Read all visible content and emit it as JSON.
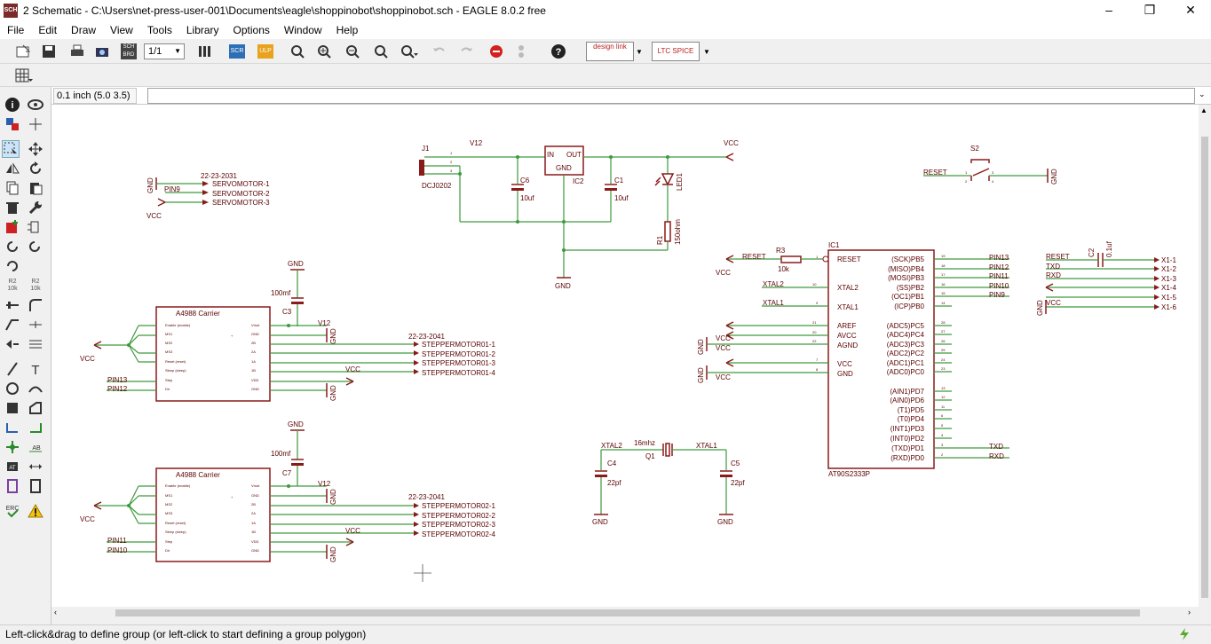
{
  "window": {
    "title": "2 Schematic - C:\\Users\\net-press-user-001\\Documents\\eagle\\shoppinobot\\shoppinobot.sch - EAGLE 8.0.2 free",
    "icon_text": "SCH"
  },
  "menu": [
    "File",
    "Edit",
    "Draw",
    "View",
    "Tools",
    "Library",
    "Options",
    "Window",
    "Help"
  ],
  "toolbar": {
    "sheet_select": "1/1",
    "scr_label": "SCR",
    "ulp_label": "ULP",
    "sch_brd_label": "SCH BRD",
    "design_link_label": "design link",
    "ltspice_label": "LTC SPICE"
  },
  "leftbar": {
    "r2_label": "R2",
    "r2_value": "10k"
  },
  "command": {
    "grid_coord": "0.1 inch (5.0 3.5)",
    "input_value": ""
  },
  "status": {
    "message": "Left-click&drag to define group (or left-click to start defining a group polygon)"
  },
  "colors": {
    "wire": "#3d9a3d",
    "part": "#8b1a1a",
    "text": "#5a0000"
  },
  "schematic": {
    "servo": {
      "part": "22-23-2031",
      "pins": [
        "SERVOMOTOR-1",
        "SERVOMOTOR-2",
        "SERVOMOTOR-3"
      ],
      "gnd": "GND",
      "pin9": "PIN9",
      "vcc": "VCC"
    },
    "power": {
      "j1": "J1",
      "j1_value": "DCJ0202",
      "v12": "V12",
      "vcc": "VCC",
      "c6": "C6",
      "c6_value": "10uf",
      "ic2": "IC2",
      "ic2_in": "IN",
      "ic2_out": "OUT",
      "ic2_gnd": "GND",
      "c1": "C1",
      "c1_value": "10uf",
      "led1": "LED1",
      "r1": "R1",
      "r1_value": "150ohm",
      "gnd": "GND",
      "pin1": "1",
      "pin2": "2",
      "pin3": "3"
    },
    "switch": {
      "name": "S2",
      "net": "RESET",
      "gnd": "GND",
      "p1": "1",
      "p2": "2",
      "p3": "3",
      "p4": "4"
    },
    "driver1": {
      "title": "A4988 Carrier",
      "cap": "C3",
      "cap_value": "100mf",
      "gnd": "GND",
      "v12": "V12",
      "conn": "22-23-2041",
      "pins": [
        "STEPPERMOTOR01-1",
        "STEPPERMOTOR01-2",
        "STEPPERMOTOR01-3",
        "STEPPERMOTOR01-4"
      ],
      "vcc": "VCC",
      "pin_a": "PIN13",
      "pin_b": "PIN12",
      "gnd_right": "GND"
    },
    "driver2": {
      "title": "A4988 Carrier",
      "cap": "C7",
      "cap_value": "100mf",
      "gnd": "GND",
      "v12": "V12",
      "conn": "22-23-2041",
      "pins": [
        "STEPPERMOTOR02-1",
        "STEPPERMOTOR02-2",
        "STEPPERMOTOR02-3",
        "STEPPERMOTOR02-4"
      ],
      "vcc": "VCC",
      "pin_a": "PIN11",
      "pin_b": "PIN10",
      "gnd_right": "GND"
    },
    "driver_left_pins": [
      "Enable (enable)",
      "MS1",
      "MS2",
      "MS3",
      "Reset (reset)",
      "Sleep (sleep)",
      "Step",
      "Dir"
    ],
    "driver_right_pins": [
      "Vmot",
      "GND",
      "2B",
      "2A",
      "1A",
      "1B",
      "VDD",
      "GND"
    ],
    "mcu": {
      "name": "IC1",
      "part": "AT90S2333P",
      "r3": "R3",
      "r3_value": "10k",
      "reset_net": "RESET",
      "vcc": "VCC",
      "gnd": "GND",
      "left_pins": [
        {
          "num": "1",
          "name": "RESET",
          "net": "RESET"
        },
        {
          "num": "10",
          "name": "XTAL2",
          "net": "XTAL2"
        },
        {
          "num": "9",
          "name": "XTAL1",
          "net": "XTAL1"
        },
        {
          "num": "21",
          "name": "AREF",
          "net": ""
        },
        {
          "num": "20",
          "name": "AVCC",
          "net": "VCC"
        },
        {
          "num": "22",
          "name": "AGND",
          "net": "VCC"
        },
        {
          "num": "7",
          "name": "VCC",
          "net": ""
        },
        {
          "num": "8",
          "name": "GND",
          "net": "VCC"
        }
      ],
      "right_pins": [
        {
          "num": "19",
          "name": "(SCK)PB5",
          "net": "PIN13"
        },
        {
          "num": "18",
          "name": "(MISO)PB4",
          "net": "PIN12"
        },
        {
          "num": "17",
          "name": "(MOSI)PB3",
          "net": "PIN11"
        },
        {
          "num": "16",
          "name": "(SS)PB2",
          "net": "PIN10"
        },
        {
          "num": "15",
          "name": "(OC1)PB1",
          "net": "PIN9"
        },
        {
          "num": "14",
          "name": "(ICP)PB0",
          "net": ""
        },
        {
          "num": "28",
          "name": "(ADC5)PC5",
          "net": ""
        },
        {
          "num": "27",
          "name": "(ADC4)PC4",
          "net": ""
        },
        {
          "num": "26",
          "name": "(ADC3)PC3",
          "net": ""
        },
        {
          "num": "25",
          "name": "(ADC2)PC2",
          "net": ""
        },
        {
          "num": "24",
          "name": "(ADC1)PC1",
          "net": ""
        },
        {
          "num": "23",
          "name": "(ADC0)PC0",
          "net": ""
        },
        {
          "num": "13",
          "name": "(AIN1)PD7",
          "net": ""
        },
        {
          "num": "12",
          "name": "(AIN0)PD6",
          "net": ""
        },
        {
          "num": "11",
          "name": "(T1)PD5",
          "net": ""
        },
        {
          "num": "6",
          "name": "(T0)PD4",
          "net": ""
        },
        {
          "num": "5",
          "name": "(INT1)PD3",
          "net": ""
        },
        {
          "num": "4",
          "name": "(INT0)PD2",
          "net": ""
        },
        {
          "num": "3",
          "name": "(TXD)PD1",
          "net": "TXD"
        },
        {
          "num": "2",
          "name": "(RXD)PD0",
          "net": "RXD"
        }
      ]
    },
    "header": {
      "c2": "C2",
      "c2_value": "0.1uf",
      "nets": [
        "RESET",
        "TXD",
        "RXD",
        "",
        "VCC",
        ""
      ],
      "pins": [
        "X1-1",
        "X1-2",
        "X1-3",
        "X1-4",
        "X1-5",
        "X1-6"
      ],
      "gnd": "GND"
    },
    "crystal": {
      "xtal2": "XTAL2",
      "xtal1": "XTAL1",
      "freq": "16mhz",
      "q": "Q1",
      "c4": "C4",
      "c4_value": "22pf",
      "c5": "C5",
      "c5_value": "22pf",
      "gnd": "GND"
    }
  }
}
